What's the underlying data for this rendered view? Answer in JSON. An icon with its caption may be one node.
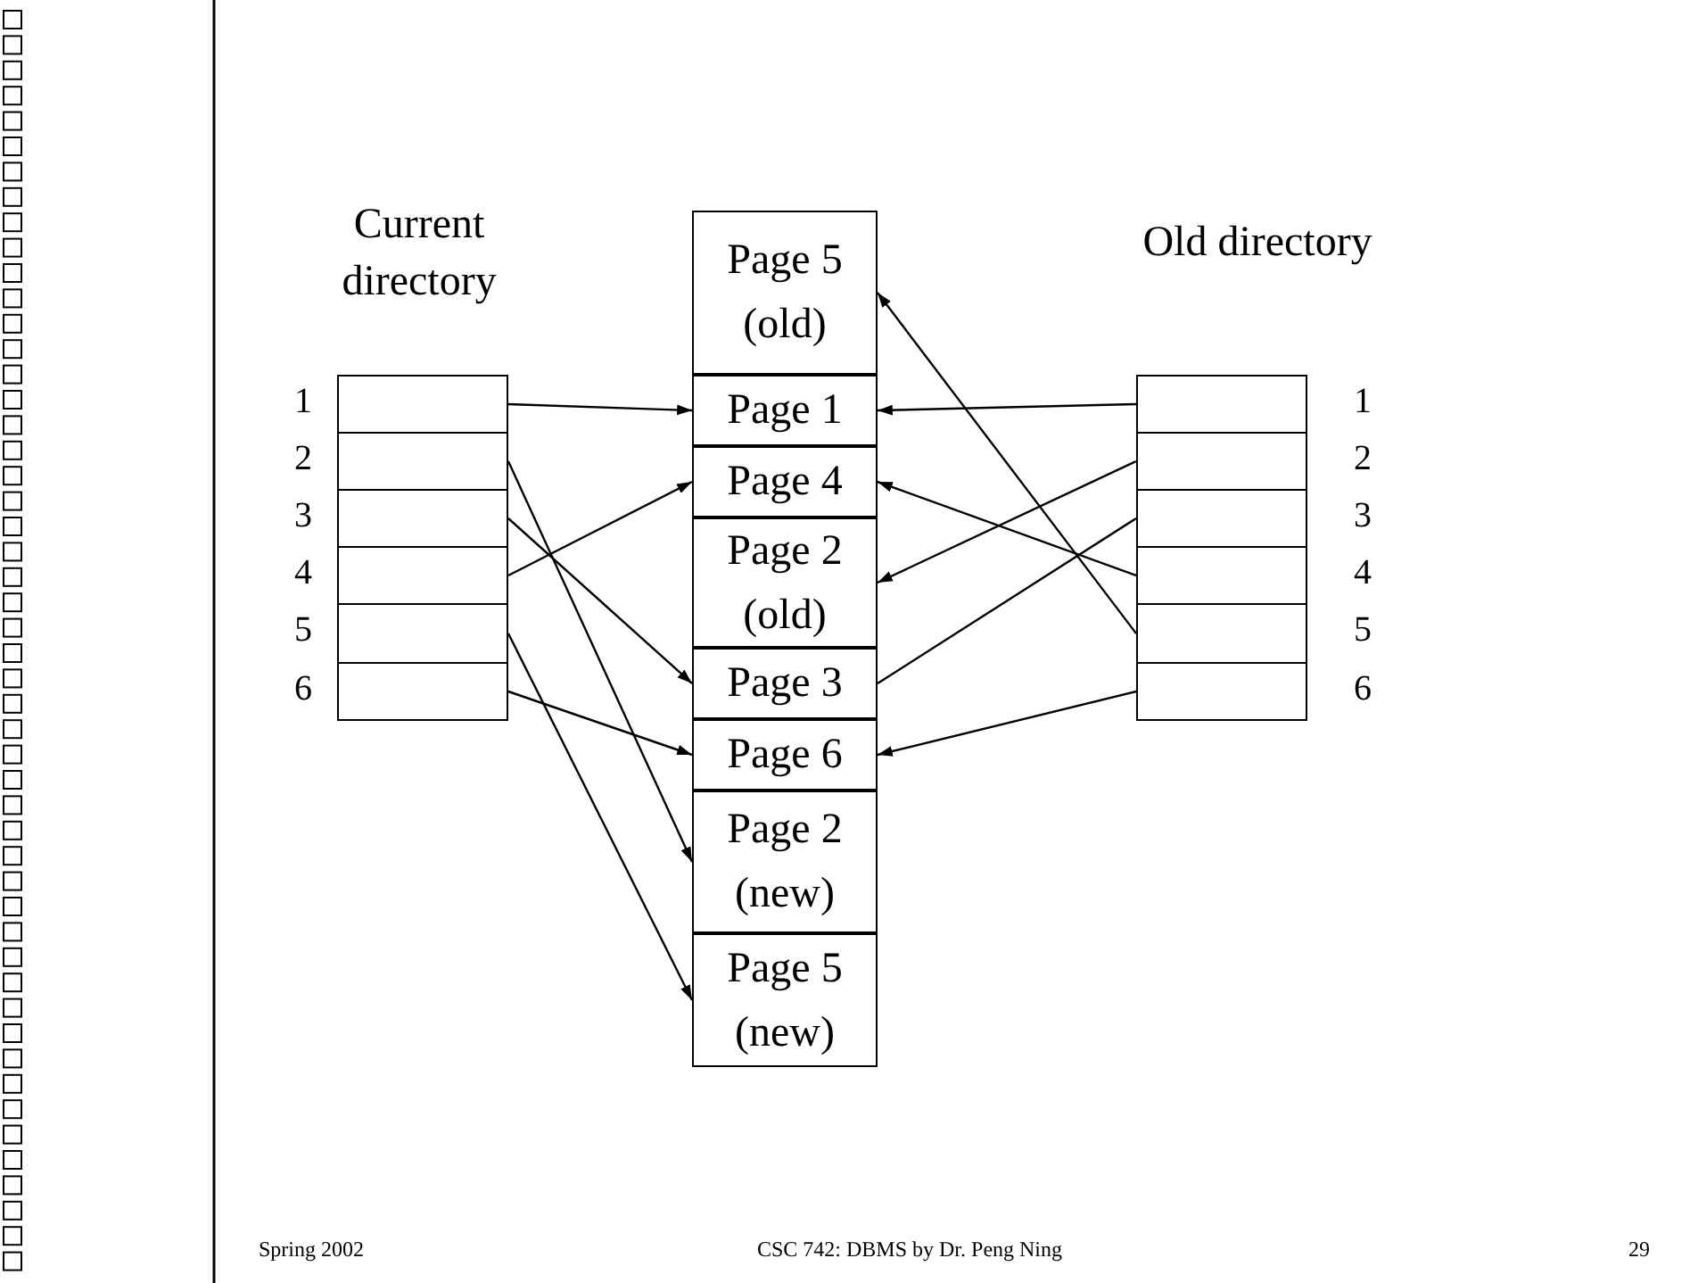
{
  "diagram": {
    "nodes": [
      {
        "text": [
          "Current directory"
        ]
      },
      {
        "text": [],
        "shape": "box",
        "in": 0,
        "beside": [
          "1"
        ]
      },
      {
        "text": [],
        "shape": "box",
        "in": 0,
        "beside": [
          "2"
        ]
      },
      {
        "text": [],
        "shape": "box",
        "in": 0,
        "beside": [
          "3"
        ]
      },
      {
        "text": [],
        "shape": "box",
        "in": 0,
        "beside": [
          "4"
        ]
      },
      {
        "text": [],
        "shape": "box",
        "in": 0,
        "beside": [
          "5"
        ]
      },
      {
        "text": [],
        "shape": "box",
        "in": 0,
        "beside": [
          "6"
        ]
      },
      {
        "text": [
          "Page 5 (old)"
        ]
      },
      {
        "text": [
          "Page 1"
        ]
      },
      {
        "text": [
          "Page 4"
        ]
      },
      {
        "text": [
          "Page 2 (old)"
        ]
      },
      {
        "text": [
          "Page 3"
        ]
      },
      {
        "text": [
          "Page 6"
        ]
      },
      {
        "text": [
          "Page 2 (new)"
        ]
      },
      {
        "text": [
          "Page 5 (new)"
        ]
      },
      {
        "text": [
          "Old directory"
        ]
      },
      {
        "text": [],
        "shape": "box",
        "in": 15,
        "beside": [
          "1"
        ]
      },
      {
        "text": [],
        "shape": "box",
        "in": 15,
        "beside": [
          "2"
        ]
      },
      {
        "text": [],
        "shape": "box",
        "in": 15,
        "beside": [
          "3"
        ]
      },
      {
        "text": [],
        "shape": "box",
        "in": 15,
        "beside": [
          "4"
        ]
      },
      {
        "text": [],
        "shape": "box",
        "in": 15,
        "beside": [
          "5"
        ]
      },
      {
        "text": [],
        "shape": "box",
        "in": 15,
        "beside": [
          "6"
        ]
      }
    ],
    "edges": [
      {
        "from": 1,
        "to": 8,
        "arrow": "to"
      },
      {
        "from": 2,
        "to": 13,
        "arrow": "to"
      },
      {
        "from": 3,
        "to": 11,
        "arrow": "to"
      },
      {
        "from": 4,
        "to": 9,
        "arrow": "to"
      },
      {
        "from": 5,
        "to": 14,
        "arrow": "to"
      },
      {
        "from": 6,
        "to": 12,
        "arrow": "to"
      },
      {
        "from": 16,
        "to": 8,
        "arrow": "to"
      },
      {
        "from": 17,
        "to": 10,
        "arrow": "to"
      },
      {
        "from": 18,
        "to": 11,
        "arrow": "none"
      },
      {
        "from": 19,
        "to": 9,
        "arrow": "to"
      },
      {
        "from": 20,
        "to": 7,
        "arrow": "to"
      },
      {
        "from": 21,
        "to": 12,
        "arrow": "to"
      }
    ],
    "labels": [
      "Spring 2002",
      "CSC 742: DBMS by Dr. Peng Ning",
      "29"
    ]
  }
}
